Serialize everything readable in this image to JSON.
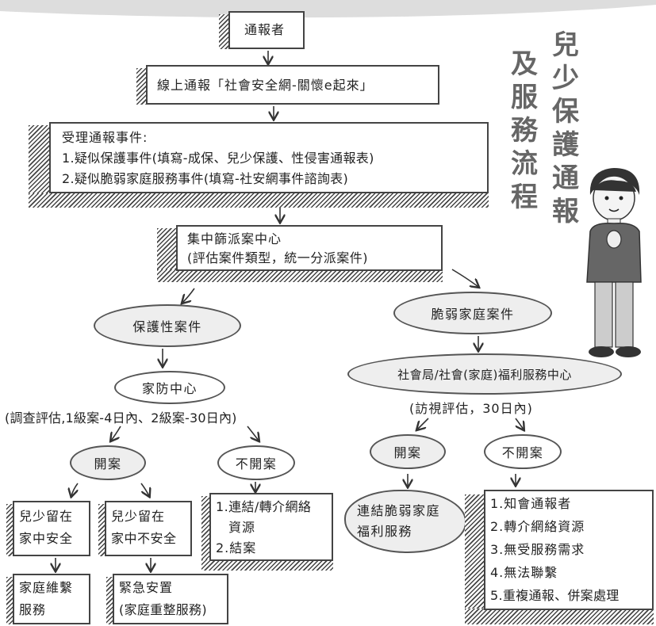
{
  "title": {
    "col1": [
      "兒",
      "少",
      "保",
      "護",
      "通",
      "報"
    ],
    "col2": [
      "及",
      "服",
      "務",
      "流",
      "程"
    ]
  },
  "nodes": {
    "reporter": "通報者",
    "online": "線上通報「社會安全網-關懷e起來」",
    "intake_title": "受理通報事件:",
    "intake_1": "1.疑似保護事件(填寫-成保、兒少保護、性侵害通報表)",
    "intake_2": "2.疑似脆弱家庭服務事件(填寫-社安網事件諮詢表)",
    "center_1": "集中篩派案中心",
    "center_2": "(評估案件類型，統一分派案件)",
    "protective": "保護性案件",
    "vulnerable": "脆弱家庭案件",
    "family_center": "家防中心",
    "investigate": "(調查評估,1級案-4日內、2級案-30日內)",
    "social_bureau": "社會局/社會(家庭)福利服務中心",
    "visit": "(訪視評估，30日內)",
    "open_left": "開案",
    "not_open_left": "不開案",
    "open_right": "開案",
    "not_open_right": "不開案",
    "safe_1": "兒少留在",
    "safe_2": "家中安全",
    "unsafe_1": "兒少留在",
    "unsafe_2": "家中不安全",
    "maintain_1": "家庭維繫",
    "maintain_2": "服務",
    "emergency_1": "緊急安置",
    "emergency_2": "(家庭重整服務)",
    "referral_1": "1.連結/轉介網絡",
    "referral_1b": "資源",
    "referral_2": "2.結案",
    "link_1": "連結脆弱家庭",
    "link_2": "福利服務",
    "close_1": "1.知會通報者",
    "close_2": "2.轉介網絡資源",
    "close_3": "3.無受服務需求",
    "close_4": "4.無法聯繫",
    "close_5": "5.重複通報、併案處理"
  }
}
